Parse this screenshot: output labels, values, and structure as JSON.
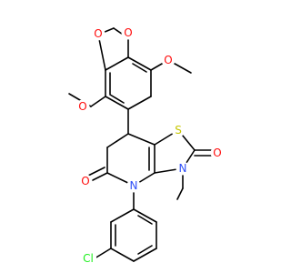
{
  "colors": {
    "O": "#ff0d0d",
    "N": "#3050f8",
    "S": "#c6c600",
    "Cl": "#1ff01f",
    "bond": "#000000"
  },
  "molecule": {
    "atoms": [
      {
        "id": "o_diox_top",
        "label": "O",
        "element": "O"
      },
      {
        "id": "o_diox_left",
        "label": "O",
        "element": "O"
      },
      {
        "id": "o_ome_right",
        "label": "O",
        "element": "O"
      },
      {
        "id": "o_ome_left",
        "label": "O",
        "element": "O"
      },
      {
        "id": "s1",
        "label": "S",
        "element": "S"
      },
      {
        "id": "o_thiazolone",
        "label": "O",
        "element": "O"
      },
      {
        "id": "o_lactam",
        "label": "O",
        "element": "O"
      },
      {
        "id": "n_pyridinone",
        "label": "N",
        "element": "N"
      },
      {
        "id": "n_thiazole",
        "label": "N",
        "element": "N"
      },
      {
        "id": "cl",
        "label": "Cl",
        "element": "Cl"
      }
    ]
  }
}
